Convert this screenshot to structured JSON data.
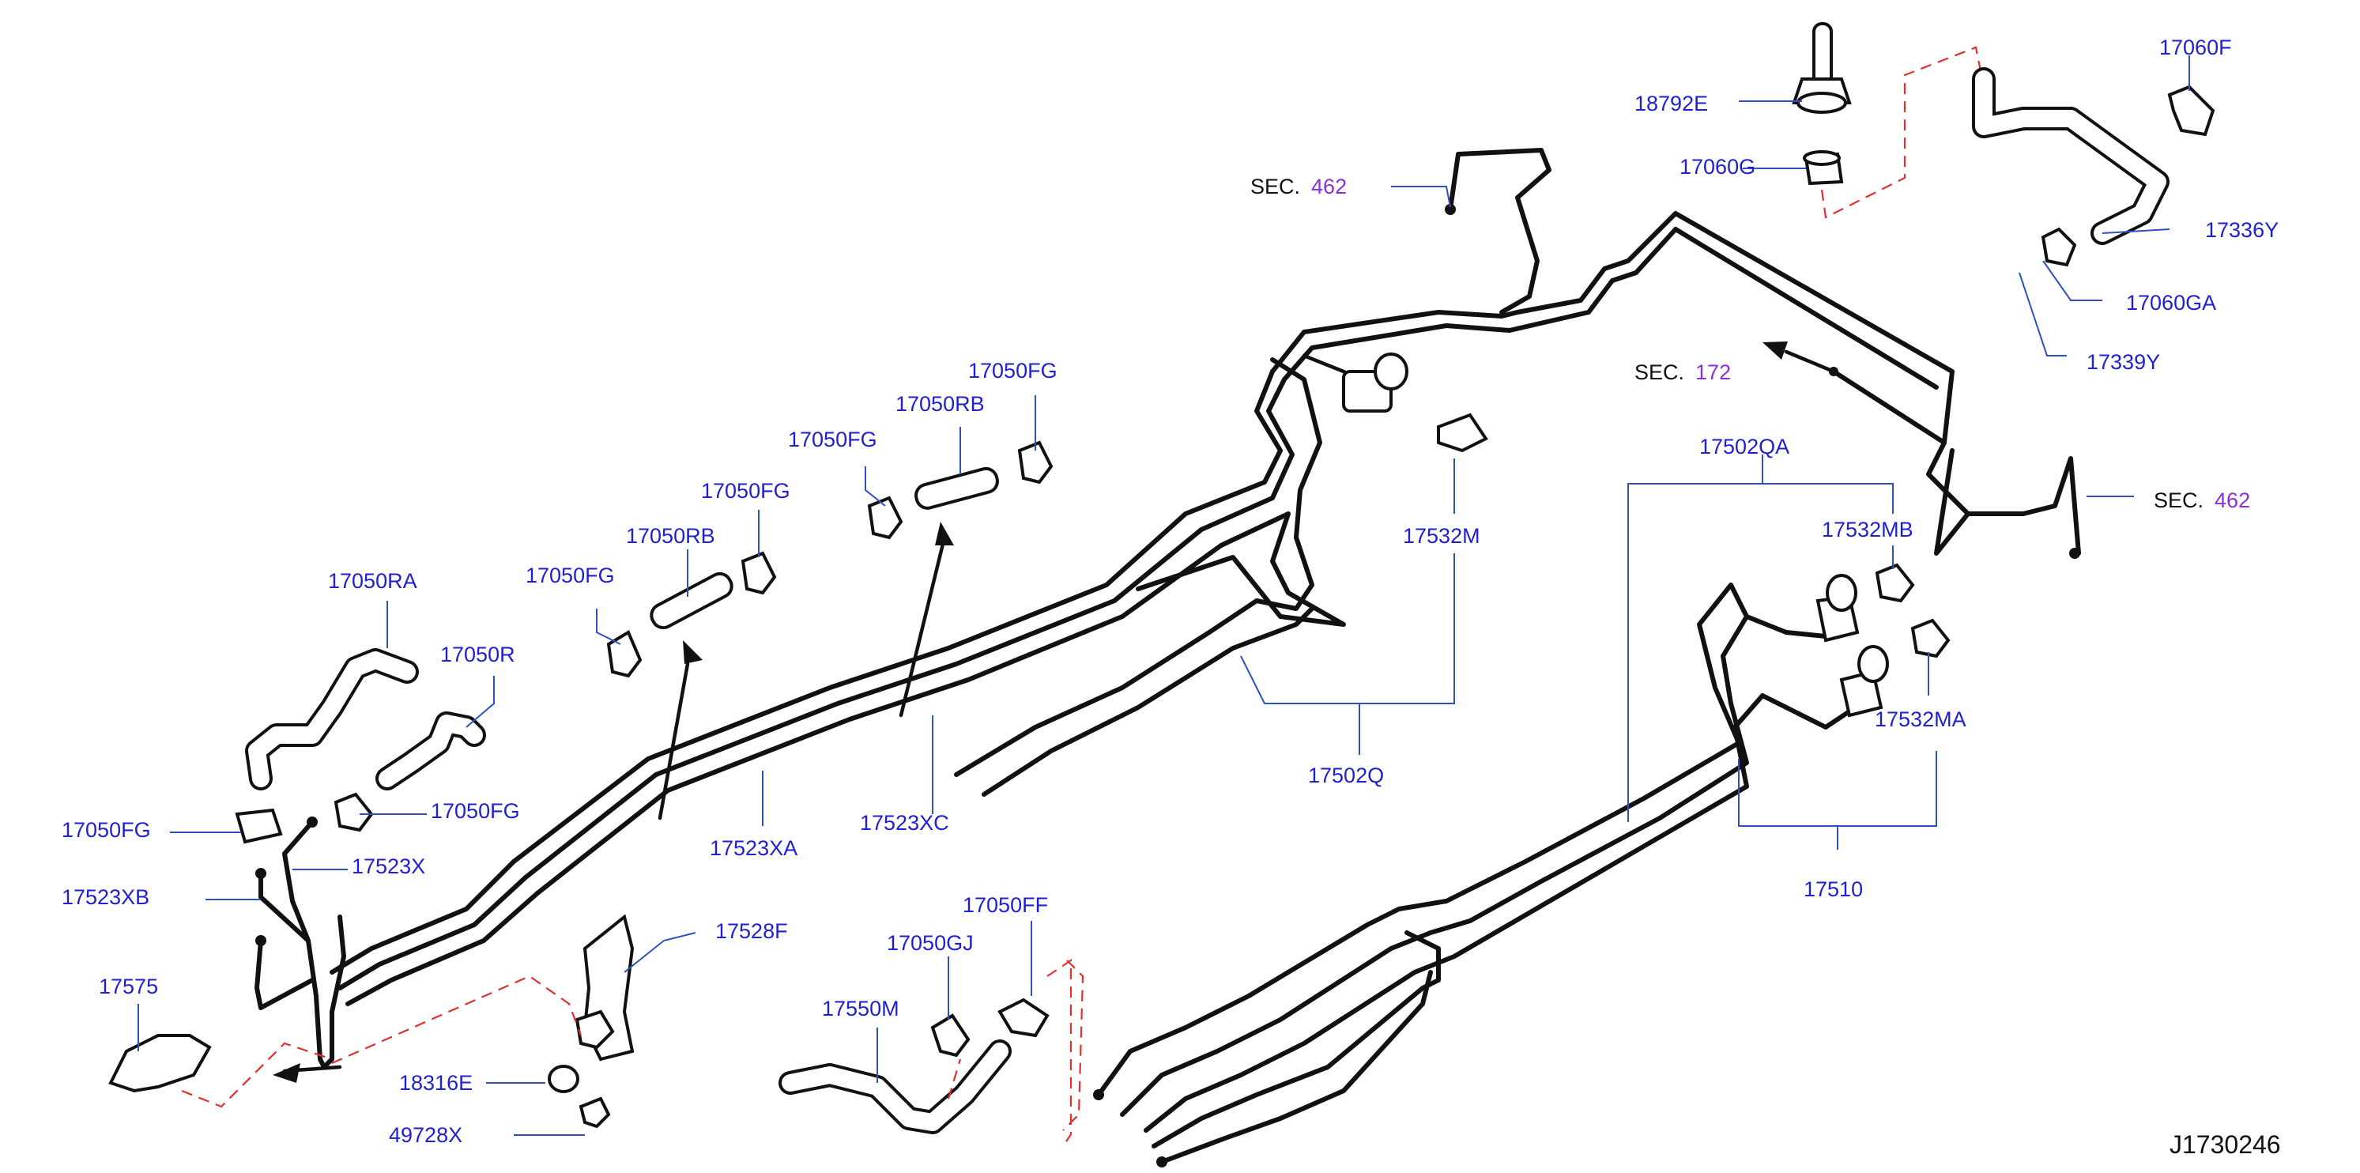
{
  "diagram_id": "J1730246",
  "colors": {
    "label": "#1f1fd6",
    "section_number": "#8b2fd6",
    "leader": "#3050c0",
    "phantom": "#e03030",
    "line": "#111111"
  },
  "section_refs": [
    {
      "id": "sec-462-top",
      "prefix": "SEC.",
      "number": "462"
    },
    {
      "id": "sec-172",
      "prefix": "SEC.",
      "number": "172"
    },
    {
      "id": "sec-462-right",
      "prefix": "SEC.",
      "number": "462"
    }
  ],
  "part_labels": [
    {
      "id": "p18792E",
      "text": "18792E"
    },
    {
      "id": "p17060G",
      "text": "17060G"
    },
    {
      "id": "p17060F",
      "text": "17060F"
    },
    {
      "id": "p17336Y",
      "text": "17336Y"
    },
    {
      "id": "p17060GA",
      "text": "17060GA"
    },
    {
      "id": "p17339Y",
      "text": "17339Y"
    },
    {
      "id": "p17050FG_a",
      "text": "17050FG"
    },
    {
      "id": "p17050RB_a",
      "text": "17050RB"
    },
    {
      "id": "p17050FG_b",
      "text": "17050FG"
    },
    {
      "id": "p17050FG_c",
      "text": "17050FG"
    },
    {
      "id": "p17050RB_b",
      "text": "17050RB"
    },
    {
      "id": "p17050FG_d",
      "text": "17050FG"
    },
    {
      "id": "p17050RA",
      "text": "17050RA"
    },
    {
      "id": "p17050R",
      "text": "17050R"
    },
    {
      "id": "p17050FG_e",
      "text": "17050FG"
    },
    {
      "id": "p17050FG_f",
      "text": "17050FG"
    },
    {
      "id": "p17523X",
      "text": "17523X"
    },
    {
      "id": "p17523XB",
      "text": "17523XB"
    },
    {
      "id": "p17523XA",
      "text": "17523XA"
    },
    {
      "id": "p17523XC",
      "text": "17523XC"
    },
    {
      "id": "p17532M",
      "text": "17532M"
    },
    {
      "id": "p17502Q",
      "text": "17502Q"
    },
    {
      "id": "p17502QA",
      "text": "17502QA"
    },
    {
      "id": "p17532MB",
      "text": "17532MB"
    },
    {
      "id": "p17532MA",
      "text": "17532MA"
    },
    {
      "id": "p17510",
      "text": "17510"
    },
    {
      "id": "p17575",
      "text": "17575"
    },
    {
      "id": "p17528F",
      "text": "17528F"
    },
    {
      "id": "p18316E",
      "text": "18316E"
    },
    {
      "id": "p49728X",
      "text": "49728X"
    },
    {
      "id": "p17550M",
      "text": "17550M"
    },
    {
      "id": "p17050GJ",
      "text": "17050GJ"
    },
    {
      "id": "p17050FF",
      "text": "17050FF"
    }
  ]
}
